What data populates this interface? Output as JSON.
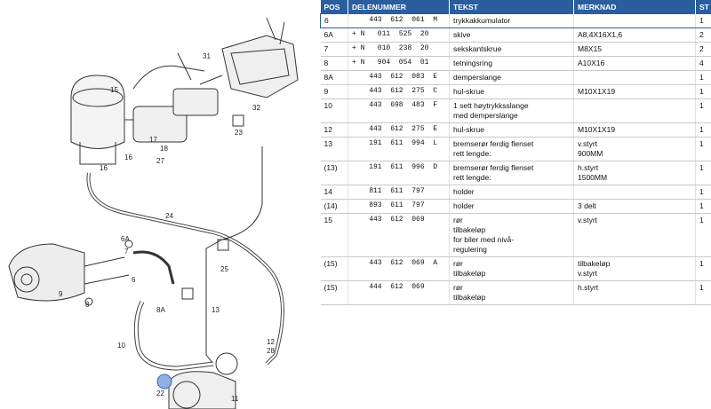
{
  "diagram": {
    "callouts": [
      "31",
      "15",
      "16",
      "17",
      "18",
      "16",
      "27",
      "32",
      "23",
      "24",
      "6A",
      "7",
      "8",
      "9",
      "6",
      "10",
      "8A",
      "22",
      "13",
      "25",
      "28",
      "12",
      "11"
    ]
  },
  "table": {
    "headers": [
      "POS",
      "DELENUMMER",
      "TEKST",
      "MERKNAD",
      "ST"
    ],
    "rows": [
      {
        "pos": "6",
        "num": "    443  612  061  M",
        "tekst": [
          "trykkakkumulator"
        ],
        "merk": [],
        "ant": "1",
        "selected": true
      },
      {
        "pos": "6A",
        "num": "+ N   011  525  20",
        "tekst": [
          "skive"
        ],
        "merk": [
          "A8,4X16X1,6"
        ],
        "ant": "2"
      },
      {
        "pos": "7",
        "num": "+ N   010  238  20",
        "tekst": [
          "sekskantskrue"
        ],
        "merk": [
          "M8X15"
        ],
        "ant": "2"
      },
      {
        "pos": "8",
        "num": "+ N   904  054  01",
        "tekst": [
          "tetningsring"
        ],
        "merk": [
          "A10X16"
        ],
        "ant": "4"
      },
      {
        "pos": "8A",
        "num": "    443  612  083  E",
        "tekst": [
          "demperslange"
        ],
        "merk": [],
        "ant": "1"
      },
      {
        "pos": "9",
        "num": "    443  612  275  C",
        "tekst": [
          "hul-skrue"
        ],
        "merk": [
          "M10X1X19"
        ],
        "ant": "1"
      },
      {
        "pos": "10",
        "num": "    443  698  483  F",
        "tekst": [
          "1 sett høytrykksslange",
          "med demperslange"
        ],
        "merk": [],
        "ant": "1"
      },
      {
        "pos": "12",
        "num": "    443  612  275  E",
        "tekst": [
          "hul-skrue"
        ],
        "merk": [
          "M10X1X19"
        ],
        "ant": "1"
      },
      {
        "pos": "13",
        "num": "    191  611  994  L",
        "tekst": [
          "bremserør ferdig flenset",
          "rett lengde:"
        ],
        "merk": [
          "v.styrt",
          "900MM"
        ],
        "ant": "1"
      },
      {
        "pos": "(13)",
        "num": "    191  611  996  D",
        "tekst": [
          "bremserør ferdig flenset",
          "rett lengde:"
        ],
        "merk": [
          "h.styrt",
          "1500MM"
        ],
        "ant": "1"
      },
      {
        "pos": "14",
        "num": "    811  611  797",
        "tekst": [
          "holder"
        ],
        "merk": [],
        "ant": "1"
      },
      {
        "pos": "(14)",
        "num": "    893  611  797",
        "tekst": [
          "holder"
        ],
        "merk": [
          "3 delt"
        ],
        "ant": "1"
      },
      {
        "pos": "15",
        "num": "    443  612  069",
        "tekst": [
          "rør",
          "tilbakeløp",
          "for biler med nivå-",
          "regulering"
        ],
        "merk": [
          "v.styrt"
        ],
        "ant": "1"
      },
      {
        "pos": "(15)",
        "num": "    443  612  069  A",
        "tekst": [
          "rør",
          "tilbakeløp"
        ],
        "merk": [
          "tilbakeløp",
          "v.styrt"
        ],
        "ant": "1"
      },
      {
        "pos": "(15)",
        "num": "    444  612  069",
        "tekst": [
          "rør",
          "tilbakeløp"
        ],
        "merk": [
          "h.styrt"
        ],
        "ant": "1"
      }
    ]
  }
}
